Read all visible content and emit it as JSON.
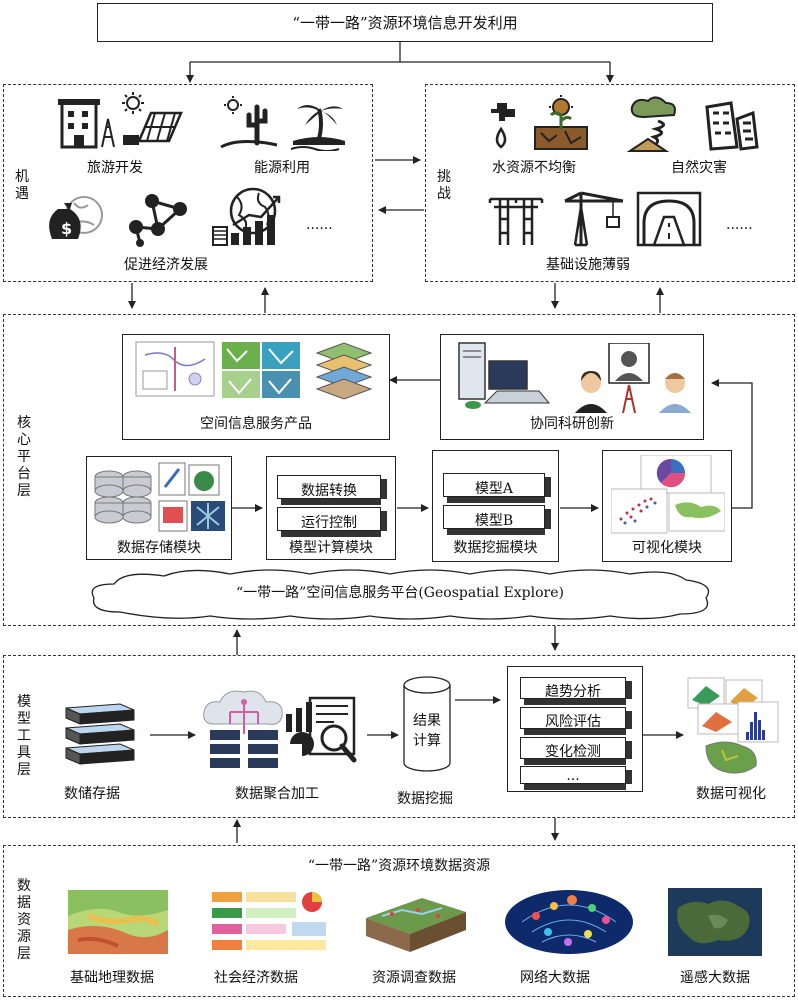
{
  "top_title": "“一带一路”资源环境信息开发利用",
  "opportunity": {
    "side_label": "机遇",
    "items": [
      "旅游开发",
      "能源利用",
      "促进经济发展"
    ],
    "ellipsis": "......"
  },
  "challenge": {
    "side_label": "挑战",
    "items": [
      "水资源不均衡",
      "自然灾害",
      "基础设施薄弱"
    ],
    "ellipsis": "......"
  },
  "core": {
    "side_label": "核心平台层",
    "products_label": "空间信息服务产品",
    "collab_label": "协同科研创新",
    "storage_label": "数据存储模块",
    "model_calc": {
      "label": "模型计算模块",
      "items": [
        "数据转换",
        "运行控制"
      ]
    },
    "mining": {
      "label": "数据挖掘模块",
      "items": [
        "模型A",
        "模型B"
      ]
    },
    "visual_label": "可视化模块",
    "platform_label": "“一带一路”空间信息服务平台(Geospatial Explore)"
  },
  "model_tool": {
    "side_label": "模型工具层",
    "storage": "数储存据",
    "aggregation": "数据聚合加工",
    "cylinder_text": "结果计算",
    "mining": "数据挖掘",
    "analyses": [
      "趋势分析",
      "风险评估",
      "变化检测",
      "..."
    ],
    "visualization": "数据可视化"
  },
  "data_resources": {
    "side_label": "数据资源层",
    "title": "“一带一路”资源环境数据资源",
    "items": [
      "基础地理数据",
      "社会经济数据",
      "资源调查数据",
      "网络大数据",
      "遥感大数据"
    ]
  },
  "colors": {
    "line": "#222222",
    "panel_bg": "#ffffff"
  },
  "icons": [
    "hotel-icon",
    "solar-panel-icon",
    "desert-cactus-icon",
    "palm-island-icon",
    "money-bag-icon",
    "network-nodes-icon",
    "growth-chart-icon",
    "water-tap-icon",
    "drought-plant-icon",
    "storm-icon",
    "collapsed-building-icon",
    "power-tower-icon",
    "crane-icon",
    "tunnel-road-icon",
    "computer-icon",
    "user-avatar-icon",
    "database-icon",
    "cloud-server-icon",
    "cylinder-icon"
  ]
}
